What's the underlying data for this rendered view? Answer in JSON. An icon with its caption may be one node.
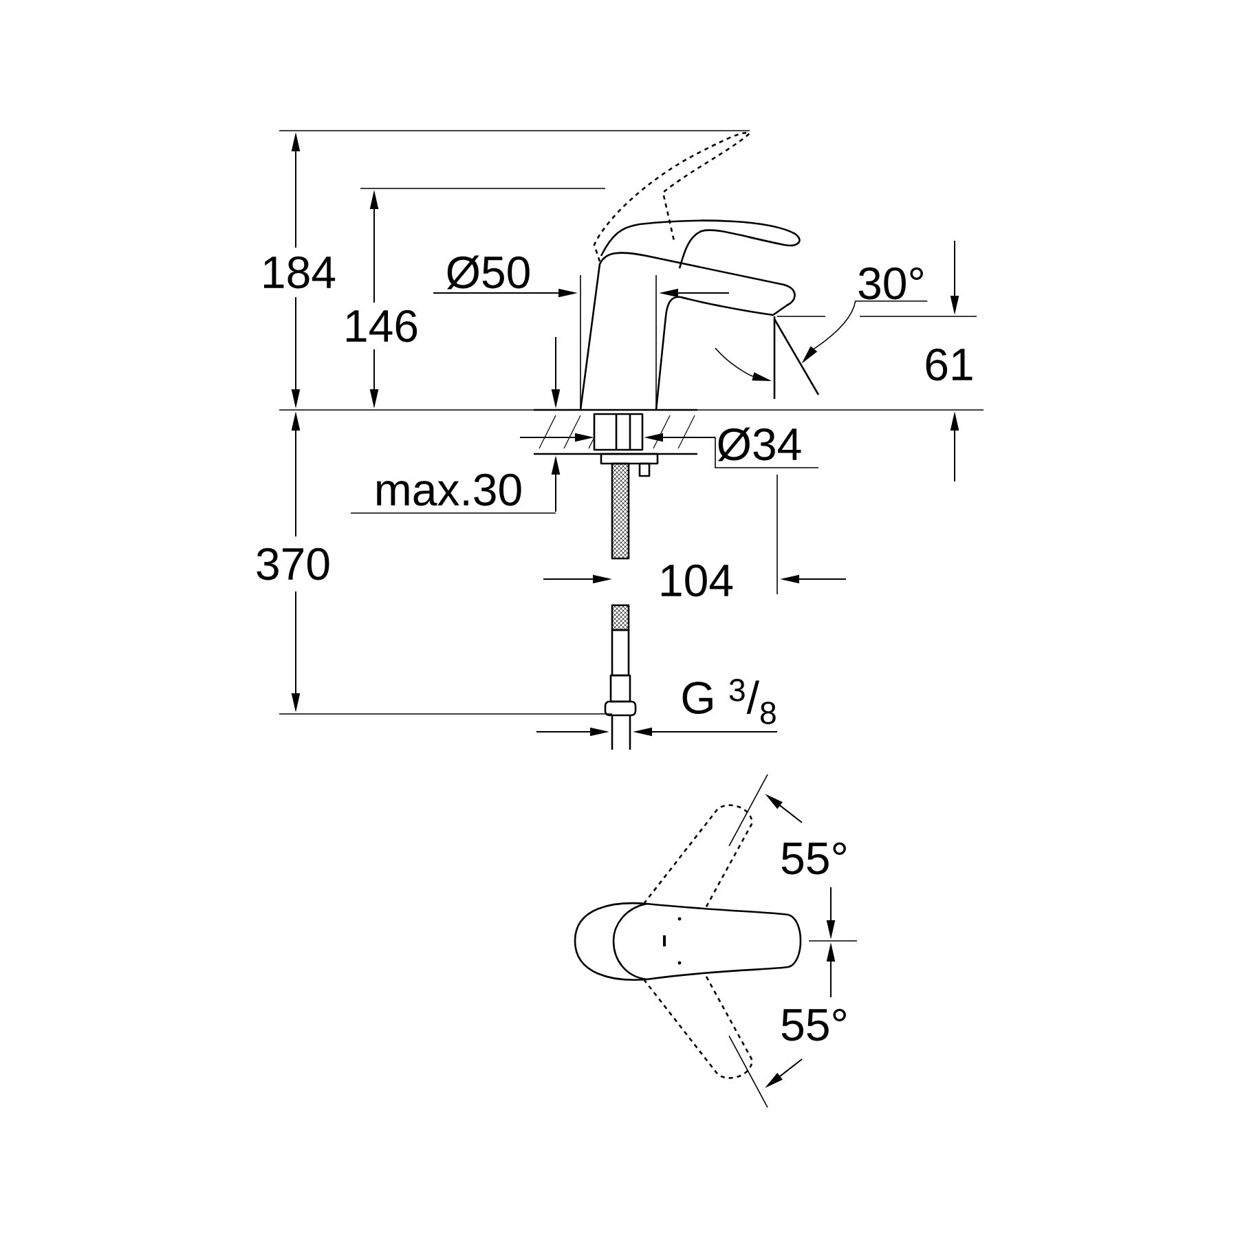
{
  "diagram": {
    "nodes": [
      {
        "text": [
          "30°"
        ]
      },
      {
        "text": [],
        "shape": "line"
      }
    ],
    "edges": [
      {
        "from": 0,
        "to": 1,
        "arrow": "to"
      }
    ],
    "labels": [
      "184",
      "Ø50",
      "146",
      "61",
      "Ø34",
      "max.30",
      "370",
      "104",
      "G $^{3}$/$_{8}$",
      "55°",
      "55°"
    ]
  }
}
